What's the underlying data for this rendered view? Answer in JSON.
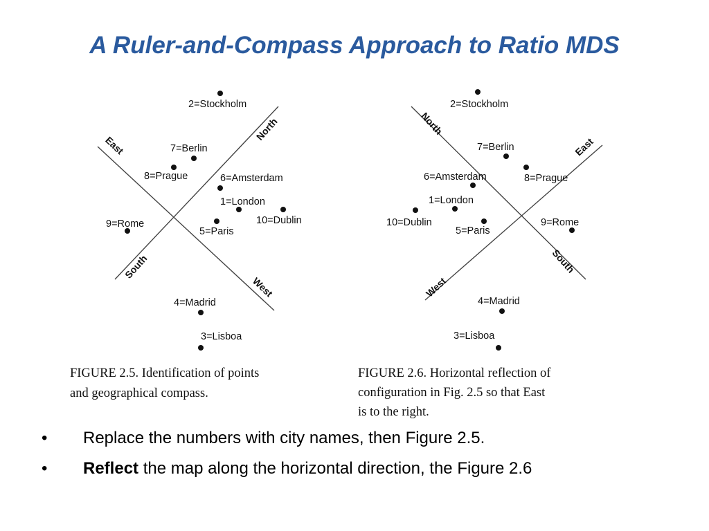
{
  "title": "A  Ruler-and-Compass Approach to Ratio MDS",
  "figure1": {
    "cities": {
      "stockholm": "2=Stockholm",
      "berlin": "7=Berlin",
      "prague": "8=Prague",
      "amsterdam": "6=Amsterdam",
      "london": "1=London",
      "dublin": "10=Dublin",
      "rome": "9=Rome",
      "paris": "5=Paris",
      "madrid": "4=Madrid",
      "lisboa": "3=Lisboa"
    },
    "axes": {
      "north": "North",
      "south": "South",
      "east": "East",
      "west": "West"
    },
    "caption_line1": "FIGURE 2.5.  Identification of points",
    "caption_line2": "and geographical compass."
  },
  "figure2": {
    "cities": {
      "stockholm": "2=Stockholm",
      "berlin": "7=Berlin",
      "prague": "8=Prague",
      "amsterdam": "6=Amsterdam",
      "london": "1=London",
      "dublin": "10=Dublin",
      "rome": "9=Rome",
      "paris": "5=Paris",
      "madrid": "4=Madrid",
      "lisboa": "3=Lisboa"
    },
    "axes": {
      "north": "North",
      "south": "South",
      "east": "East",
      "west": "West"
    },
    "caption_line1": "FIGURE 2.6.  Horizontal reflection of",
    "caption_line2": "configuration in Fig. 2.5 so that East",
    "caption_line3": "is to the right."
  },
  "bullets": {
    "symbol": "•",
    "item1": "Replace the numbers with city names, then Figure 2.5.",
    "item2_bold": "Reflect",
    "item2_rest": " the map along the horizontal direction, the Figure 2.6"
  }
}
